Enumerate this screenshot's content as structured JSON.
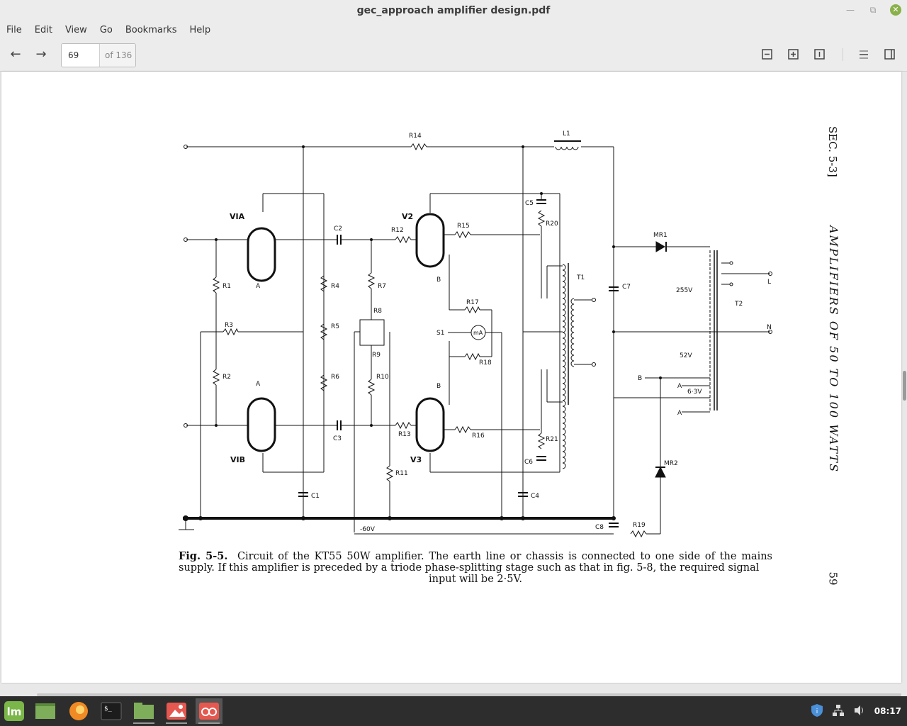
{
  "window": {
    "title": "gec_approach amplifier design.pdf"
  },
  "menu": [
    "File",
    "Edit",
    "View",
    "Go",
    "Bookmarks",
    "Help"
  ],
  "toolbar": {
    "page_value": "69",
    "page_total": "of 136"
  },
  "document": {
    "section_header": "SEC. 5-3]",
    "running_head": "AMPLIFIERS OF 50 TO 100 WATTS",
    "page_number": "59",
    "caption": {
      "fig_label": "Fig. 5-5.",
      "line1": "Circuit of the KT55 50W amplifier.   The earth line or chassis is connected to one side of the mains supply.   If this amplifier is preceded by a triode phase-splitting stage such as that in fig. 5-8, the required signal",
      "line2": "input will be 2·5V."
    },
    "schematic_labels": {
      "r14": "R14",
      "l1": "L1",
      "via": "VIA",
      "v2": "V2",
      "c2": "C2",
      "r12": "R12",
      "r15": "R15",
      "c5": "C5",
      "r20": "R20",
      "mr1": "MR1",
      "t1": "T1",
      "c7": "C7",
      "v255": "255V",
      "t2": "T2",
      "l": "L",
      "n": "N",
      "r1": "R1",
      "a1": "A",
      "r4": "R4",
      "r7": "R7",
      "b1": "B",
      "r17": "R17",
      "r8": "R8",
      "r3": "R3",
      "r5": "R5",
      "s1": "S1",
      "ma": "mA",
      "r9": "R9",
      "r18": "R18",
      "v52": "52V",
      "r2": "R2",
      "r6": "R6",
      "r10": "R10",
      "b2": "B",
      "b3": "B",
      "a2": "A",
      "v63": "6·3V",
      "a3": "A",
      "a4": "A",
      "r13": "R13",
      "r16": "R16",
      "r21": "R21",
      "c3": "C3",
      "vib": "VIB",
      "v3": "V3",
      "c6": "C6",
      "mr2": "MR2",
      "r11": "R11",
      "c1": "C1",
      "c4": "C4",
      "c8": "C8",
      "r19": "R19",
      "neg60": "-60V"
    }
  },
  "taskbar": {
    "apps": [
      "menu-icon",
      "show-desktop-icon",
      "firefox-icon",
      "terminal-icon",
      "files-icon",
      "image-viewer-icon",
      "document-viewer-icon"
    ],
    "clock": "08:17"
  }
}
